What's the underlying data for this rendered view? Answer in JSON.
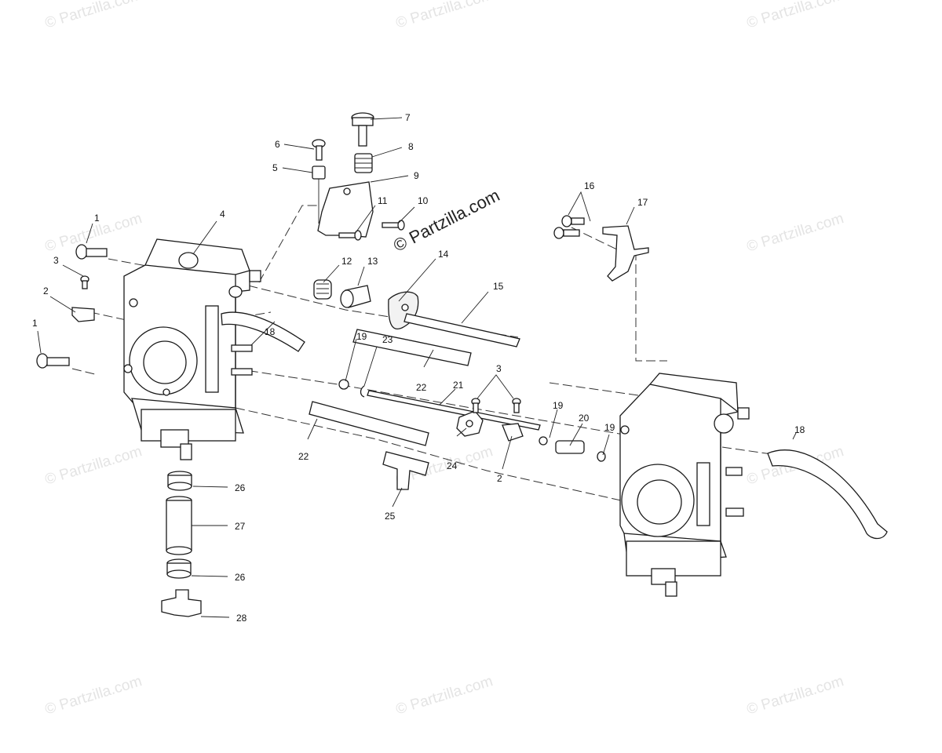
{
  "watermark": {
    "text": "© Partzilla.com",
    "center_text": "© Partzilla.com"
  },
  "colors": {
    "line": "#1a1a1a",
    "watermark": "#e4e4e4",
    "background": "#ffffff"
  },
  "callouts": [
    "1",
    "1",
    "2",
    "3",
    "4",
    "5",
    "6",
    "7",
    "8",
    "9",
    "10",
    "11",
    "12",
    "13",
    "14",
    "15",
    "16",
    "17",
    "18",
    "18",
    "19",
    "19",
    "19",
    "20",
    "21",
    "22",
    "22",
    "23",
    "24",
    "3",
    "2",
    "25",
    "26",
    "27",
    "26",
    "28"
  ]
}
